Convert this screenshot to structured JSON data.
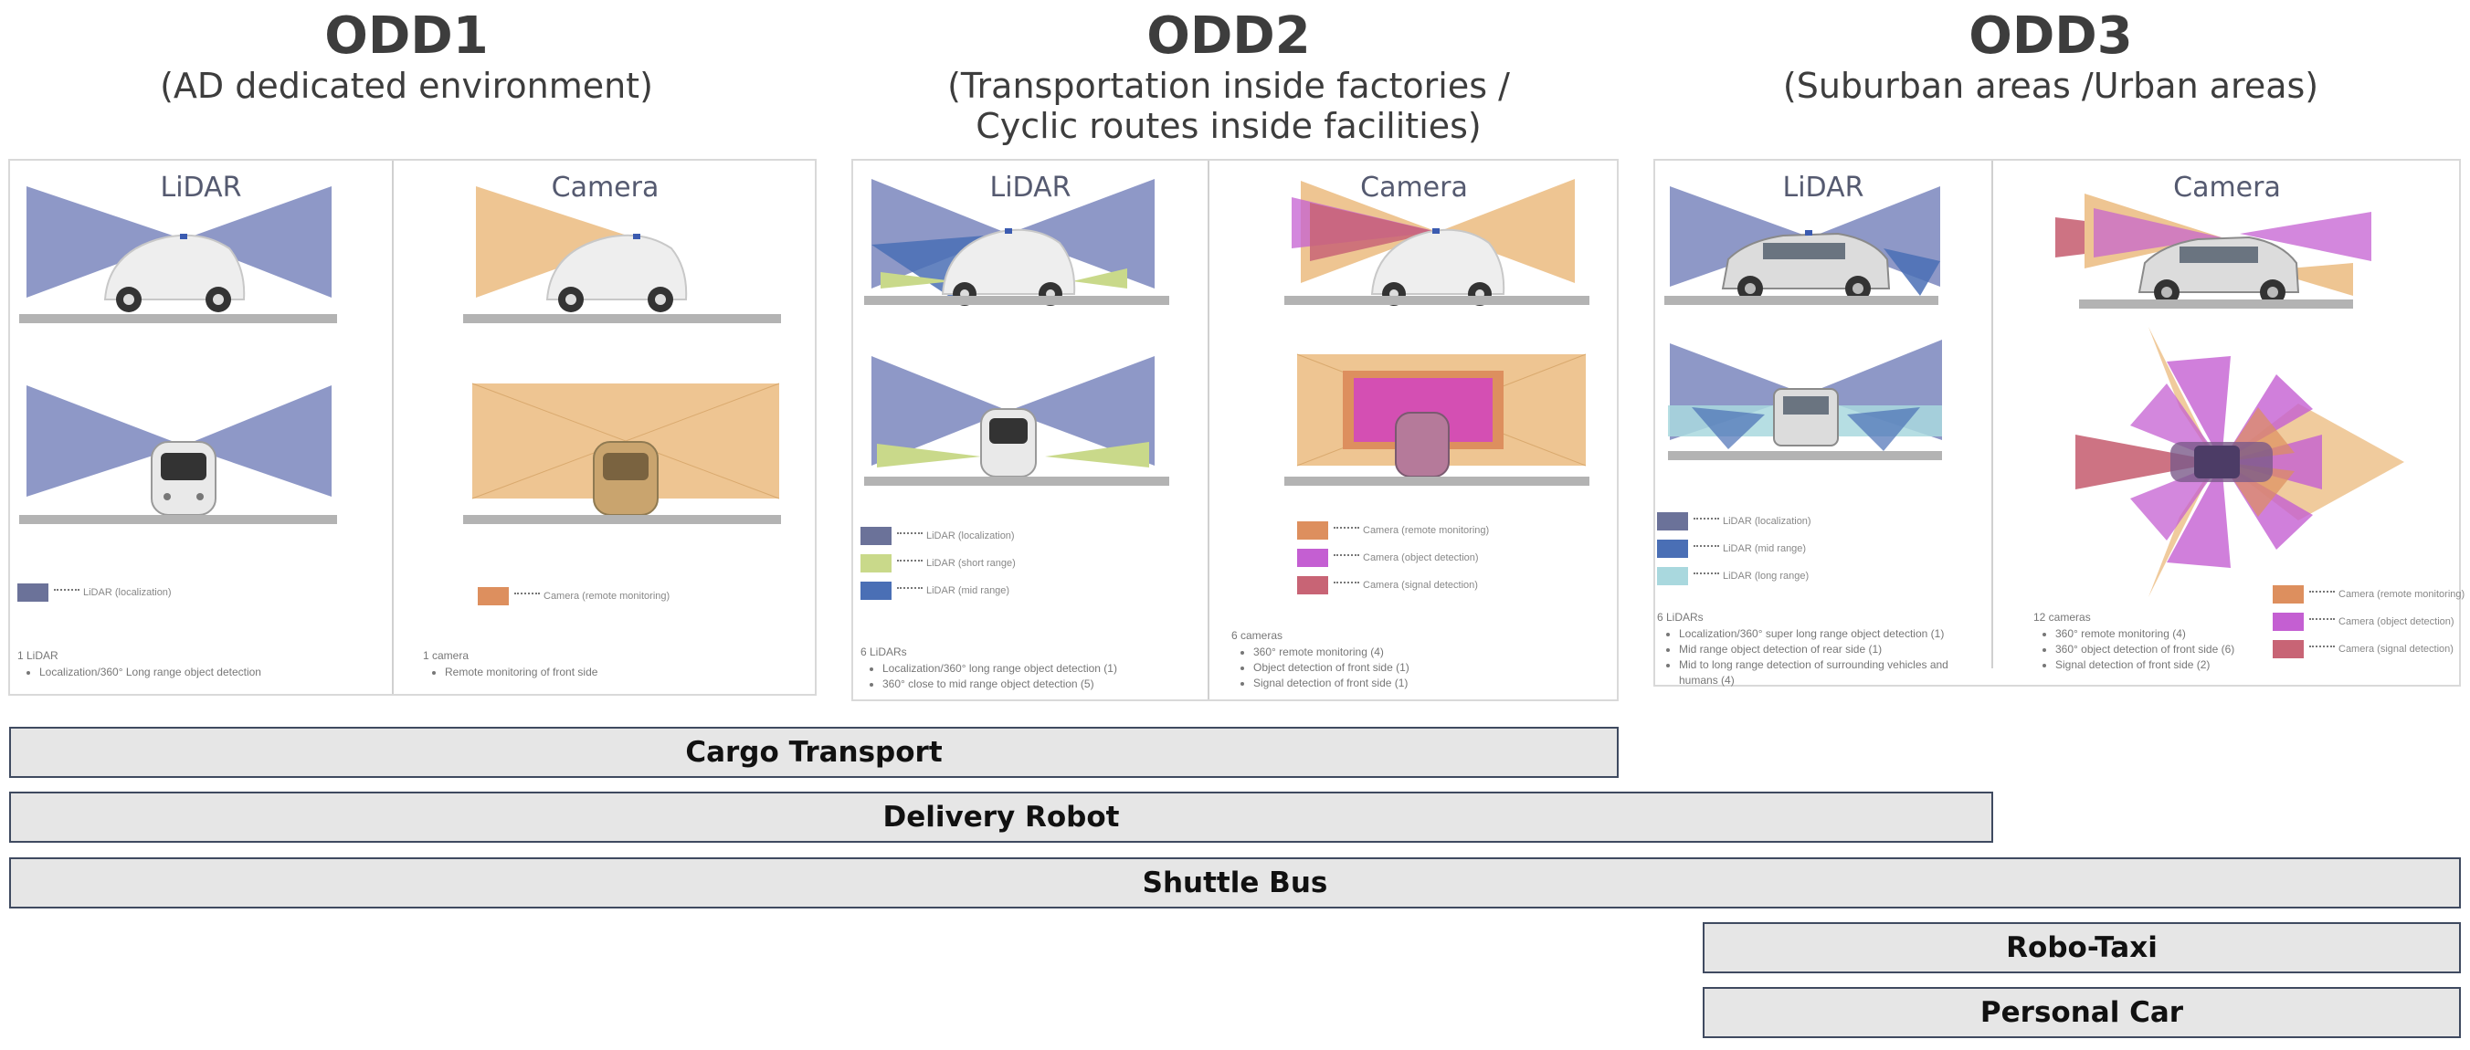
{
  "odds": [
    {
      "title": "ODD1",
      "subtitle": "(AD dedicated environment)"
    },
    {
      "title": "ODD2",
      "subtitle_line1": "(Transportation inside factories /",
      "subtitle_line2": "Cyclic routes inside facilities)"
    },
    {
      "title": "ODD3",
      "subtitle": "(Suburban areas /Urban areas)"
    }
  ],
  "column_titles": {
    "lidar": "LiDAR",
    "camera": "Camera"
  },
  "odd1": {
    "lidar_legend": [
      "LiDAR (localization)"
    ],
    "lidar_count": "1 LiDAR",
    "lidar_items": [
      "Localization/360° Long range object detection"
    ],
    "camera_legend": [
      "Camera (remote monitoring)"
    ],
    "camera_count": "1 camera",
    "camera_items": [
      "Remote monitoring of front side"
    ]
  },
  "odd2": {
    "lidar_legend": [
      "LiDAR (localization)",
      "LiDAR (short range)",
      "LiDAR (mid range)"
    ],
    "lidar_count": "6 LiDARs",
    "lidar_items": [
      "Localization/360° long range object detection (1)",
      "360° close to mid range object detection (5)"
    ],
    "camera_legend": [
      "Camera (remote monitoring)",
      "Camera (object detection)",
      "Camera (signal detection)"
    ],
    "camera_count": "6 cameras",
    "camera_items": [
      "360° remote monitoring (4)",
      "Object detection of front side (1)",
      "Signal detection of front side (1)"
    ]
  },
  "odd3": {
    "lidar_legend": [
      "LiDAR (localization)",
      "LiDAR (mid range)",
      "LiDAR (long range)"
    ],
    "lidar_count": "6 LiDARs",
    "lidar_items": [
      "Localization/360° super long range object detection (1)",
      "Mid range object detection of rear side (1)",
      "Mid to long range  detection of surrounding vehicles and humans  (4)"
    ],
    "camera_legend": [
      "Camera (remote monitoring)",
      "Camera (object detection)",
      "Camera (signal detection)"
    ],
    "camera_count": "12 cameras",
    "camera_items": [
      "360° remote monitoring (4)",
      "360° object detection of front side (6)",
      "Signal detection of front side (2)"
    ]
  },
  "bars": [
    "Cargo Transport",
    "Delivery Robot",
    "Shuttle Bus",
    "Robo-Taxi",
    "Personal Car"
  ],
  "colors": {
    "lidar_localization": "#6b7299",
    "lidar_short": "#c9d98a",
    "lidar_mid": "#4a6fb5",
    "lidar_long": "#a9d8de",
    "lidar_fov": "#8e98c7",
    "camera_remote": "#dd8f5e",
    "camera_fov": "#eec592",
    "camera_object": "#c45fd2",
    "camera_signal": "#c86475",
    "bar_fill": "#e6e6e6",
    "bar_border": "#3f4a60"
  }
}
